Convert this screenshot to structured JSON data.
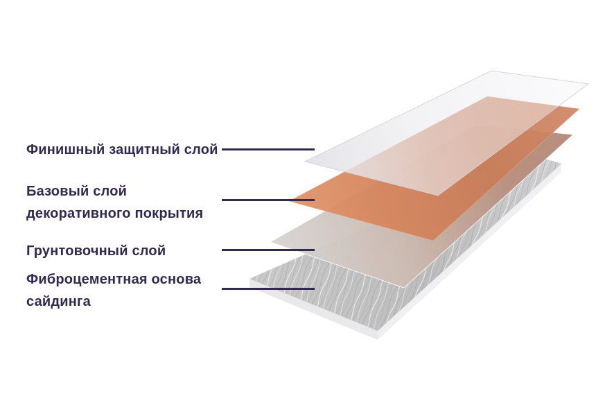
{
  "diagram": {
    "name": "fiber-cement-siding-layers",
    "background": "#ffffff",
    "text_color": "#32294f",
    "connector_color": "#32294f",
    "layers": [
      {
        "name": "finish-protective-layer",
        "color": "#ebebee",
        "label_lines": [
          "Финишный защитный слой",
          ""
        ]
      },
      {
        "name": "decorative-base-layer",
        "color": "#d5845c",
        "label_lines": [
          "Базовый слой",
          "декоративного покрытия"
        ]
      },
      {
        "name": "primer-layer",
        "color": "#c9b6ac",
        "label_lines": [
          "Грунтовочный слой",
          ""
        ]
      },
      {
        "name": "fiber-cement-base",
        "color": "#c2c2c4",
        "label_lines": [
          "Фиброцементная основа",
          "сайдинга"
        ]
      }
    ]
  }
}
